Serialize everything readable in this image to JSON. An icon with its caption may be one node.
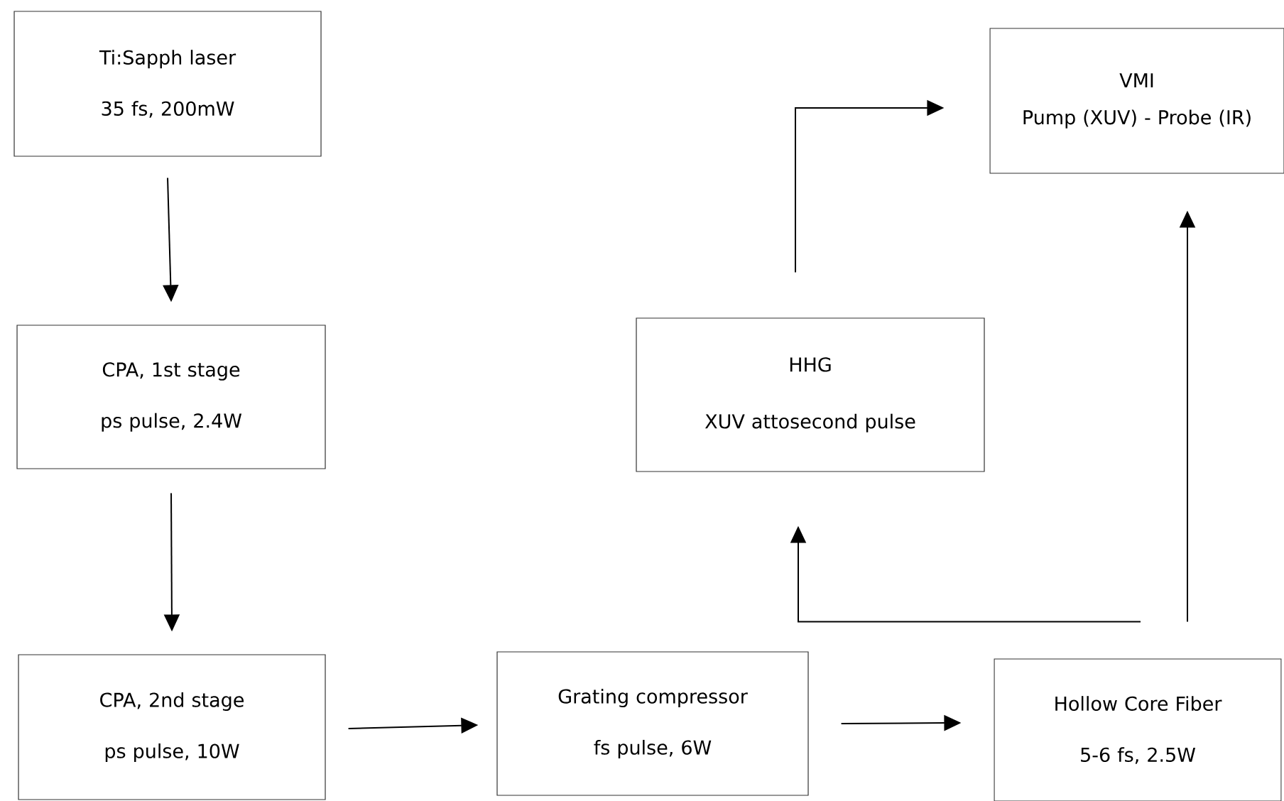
{
  "diagram": {
    "nodes": [
      {
        "text": [
          "Ti:Sapph laser",
          "35 fs, 200mW"
        ]
      },
      {
        "text": [
          "CPA, 1st stage",
          "ps pulse, 2.4W"
        ]
      },
      {
        "text": [
          "CPA, 2nd stage",
          "ps pulse, 10W"
        ]
      },
      {
        "text": [
          "Grating compressor",
          "fs pulse, 6W"
        ]
      },
      {
        "text": [
          "Hollow Core Fiber",
          "5-6 fs, 2.5W"
        ]
      },
      {
        "text": [
          "HHG",
          "XUV attosecond pulse"
        ]
      },
      {
        "text": [
          "VMI",
          "Pump (XUV) - Probe (IR)"
        ]
      }
    ],
    "edges": [
      {
        "from": 0,
        "to": 1,
        "arrow": "to"
      },
      {
        "from": 1,
        "to": 2,
        "arrow": "to"
      },
      {
        "from": 2,
        "to": 3,
        "arrow": "to"
      },
      {
        "from": 3,
        "to": 4,
        "arrow": "to"
      },
      {
        "from": 4,
        "to": 5,
        "arrow": "to"
      },
      {
        "from": 4,
        "to": 6,
        "arrow": "to"
      },
      {
        "from": 5,
        "to": 6,
        "arrow": "to"
      }
    ]
  }
}
